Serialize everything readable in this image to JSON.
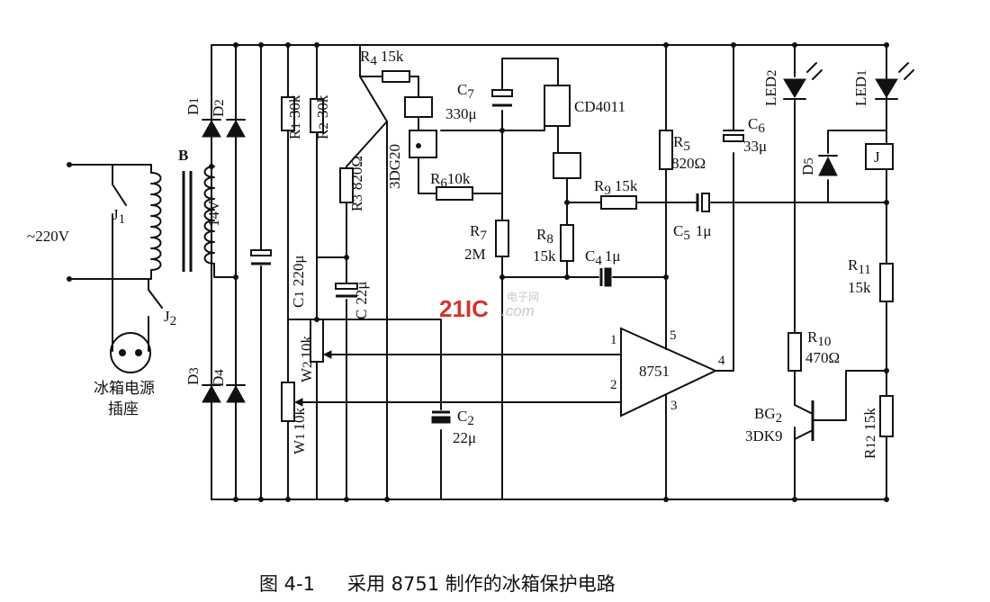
{
  "caption": {
    "figure_no": "图 4-1",
    "title": "采用 8751 制作的冰箱保护电路"
  },
  "watermark": {
    "brand": "21IC",
    "cn": "电子网",
    "com": ".com"
  },
  "mains": {
    "voltage": "~220V",
    "relay_contact_1": "J",
    "relay_contact_1_sub": "1",
    "relay_contact_2": "J",
    "relay_contact_2_sub": "2",
    "socket_line1": "冰箱电源",
    "socket_line2": "插座"
  },
  "transformer": {
    "name": "B",
    "secondary": "14V"
  },
  "diodes": {
    "d1": "D",
    "d1_sub": "1",
    "d2": "D",
    "d2_sub": "2",
    "d3": "D",
    "d3_sub": "3",
    "d4": "D",
    "d4_sub": "4",
    "d5": "D",
    "d5_sub": "5"
  },
  "components": {
    "r1": "R",
    "r1_sub": "1",
    "r1_val": "30k",
    "r2": "R",
    "r2_sub": "2",
    "r2_val": "30k",
    "r3": "R",
    "r3_sub": "3",
    "r3_val": "820Ω",
    "r4": "R",
    "r4_sub": "4",
    "r4_val": "15k",
    "r5": "R",
    "r5_sub": "5",
    "r5_val": "820Ω",
    "r6": "R",
    "r6_sub": "6",
    "r6_val": "10k",
    "r7": "R",
    "r7_sub": "7",
    "r7_val": "2M",
    "r8": "R",
    "r8_sub": "8",
    "r8_val": "15k",
    "r9": "R",
    "r9_sub": "9",
    "r9_val": "15k",
    "r10": "R",
    "r10_sub": "10",
    "r10_val": "470Ω",
    "r11": "R",
    "r11_sub": "11",
    "r11_val": "15k",
    "r12": "R",
    "r12_sub": "12",
    "r12_val": "15k",
    "c": "C",
    "c_val": "22μ",
    "c1": "C",
    "c1_sub": "1",
    "c1_val": "220μ",
    "c2": "C",
    "c2_sub": "2",
    "c2_val": "22μ",
    "c4": "C",
    "c4_sub": "4",
    "c4_val": "1μ",
    "c5": "C",
    "c5_sub": "5",
    "c5_val": "1μ",
    "c6": "C",
    "c6_sub": "6",
    "c6_val": "33μ",
    "c7": "C",
    "c7_sub": "7",
    "c7_val": "330μ",
    "w1": "W",
    "w1_sub": "1",
    "w1_val": "10k",
    "w2": "W",
    "w2_sub": "2",
    "w2_val": "10k",
    "ic1": "CD4011",
    "ic2": "8751",
    "ic2_pin1": "1",
    "ic2_pin2": "2",
    "ic2_pin3": "3",
    "ic2_pin4": "4",
    "ic2_pin5": "5",
    "q1": "3DG20",
    "bg2": "BG",
    "bg2_sub": "2",
    "bg2_type": "3DK9",
    "led1": "LED",
    "led1_sub": "1",
    "led2": "LED",
    "led2_sub": "2",
    "relay": "J"
  }
}
